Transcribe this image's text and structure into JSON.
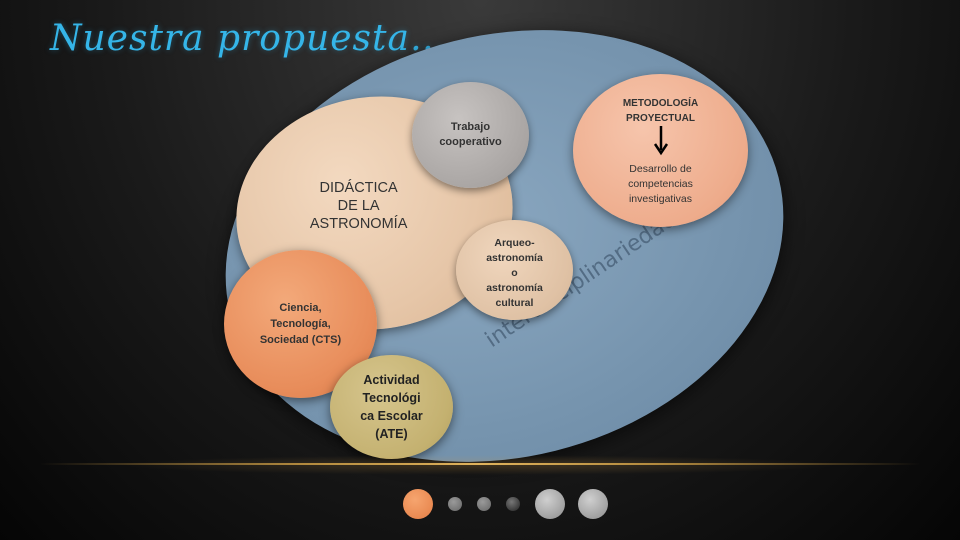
{
  "title": "Nuestra propuesta…",
  "outer": {
    "label": "interdisciplinariedad"
  },
  "circles": {
    "didactica": "DIDÁCTICA\nDE LA\nASTRONOMÍA",
    "trabajo": "Trabajo\ncooperativo",
    "arqueo": "Arqueo-\nastronomía\no\nastronomía\ncultural",
    "cts": "Ciencia,\nTecnología,\nSociedad (CTS)",
    "ate": "Actividad\nTecnológi\nca Escolar\n(ATE)",
    "metodologia": {
      "heading": "METODOLOGÍA\nPROYECTUAL",
      "subtext": "Desarrollo de\ncompetencias\ninvestigativas"
    }
  },
  "colors": {
    "title": "#35b5e8",
    "outer_oval": "#7694ae",
    "accent_orange": "#e88d5b",
    "floor_line": "#e0b35c"
  },
  "nav_dots": [
    {
      "name": "nav-dot-1",
      "style": "large-orange"
    },
    {
      "name": "nav-dot-2",
      "style": "small-gray"
    },
    {
      "name": "nav-dot-3",
      "style": "small-gray"
    },
    {
      "name": "nav-dot-4",
      "style": "small-dark"
    },
    {
      "name": "nav-dot-5",
      "style": "large-gray"
    },
    {
      "name": "nav-dot-6",
      "style": "large-gray"
    }
  ]
}
